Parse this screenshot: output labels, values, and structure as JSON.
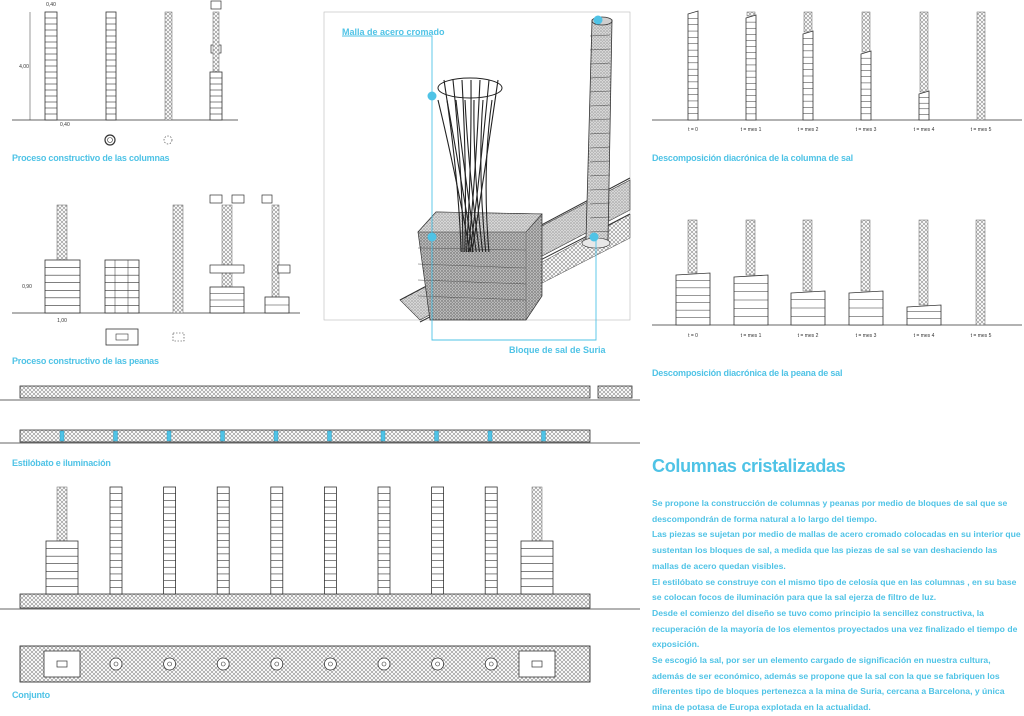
{
  "captions": {
    "columns_process": "Proceso constructivo de las columnas",
    "bases_process": "Proceso constructivo de las peanas",
    "stylobate": "Estilóbato e iluminación",
    "ensemble": "Conjunto",
    "column_decomposition": "Descomposición diacrónica de la  columna de sal",
    "base_decomposition": "Descomposición diacrónica de la peana de sal"
  },
  "render_labels": {
    "mesh": "Malla de acero cromado",
    "block": "Bloque de sal de Suria"
  },
  "time_labels": [
    "t = 0",
    "t = mes 1",
    "t = mes 2",
    "t = mes 3",
    "t = mes 4",
    "t = mes 5"
  ],
  "dimension_labels": {
    "col_height": "4,00",
    "col_width_top": "0,40",
    "col_width_bottom": "0,40",
    "base_height": "0,90",
    "base_width": "1,00"
  },
  "main_title": "Columnas cristalizadas",
  "paragraphs": [
    "Se propone la construcción de columnas y peanas por medio de bloques de sal que se descompondrán de forma natural a lo largo del tiempo.",
    "Las piezas se sujetan por medio de mallas de acero cromado colocadas en su interior que sustentan los bloques de sal, a medida que las piezas de sal  se van deshaciendo las mallas de acero quedan visibles.",
    "El estilóbato se construye con el mismo tipo de celosía que en las columnas , en su base se colocan focos de iluminación para que la sal ejerza de filtro de luz.",
    "Desde el comienzo del diseño se tuvo como principio la sencillez constructiva, la recuperación de la mayoría de los elementos proyectados una vez finalizado el tiempo de exposición.",
    "Se escogió la sal, por ser un elemento cargado de significación en nuestra cultura, además de ser económico, además se propone que la sal con la que se fabriquen los diferentes tipo de bloques pertenezca a la mina de Suria, cercana a Barcelona, y única mina de potasa de Europa explotada en la actualidad."
  ],
  "colors": {
    "accent": "#4fc3e6",
    "line": "#333333",
    "hatch": "#9a9a9a"
  }
}
